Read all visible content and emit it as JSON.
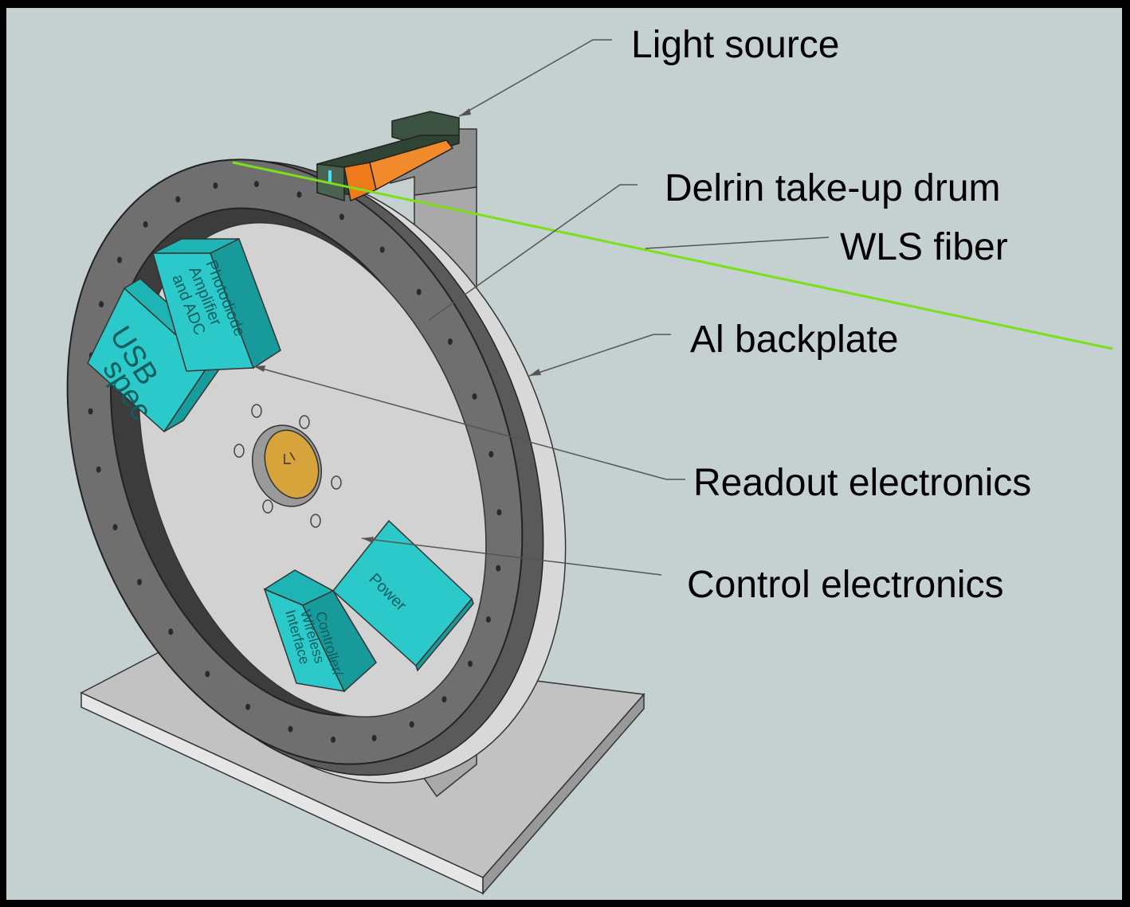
{
  "callouts": {
    "light_source": "Light source",
    "delrin_drum": "Delrin take-up drum",
    "wls_fiber": "WLS fiber",
    "al_backplate": "Al backplate",
    "readout_electronics": "Readout electronics",
    "control_electronics": "Control electronics"
  },
  "boxes": {
    "usb_spec": {
      "line1": "USB",
      "line2": "spec"
    },
    "photodiode": {
      "line1": "Photodiode",
      "line2": "Amplifier",
      "line3": "and ADC"
    },
    "power": "Power",
    "controller": {
      "line1": "Controller/",
      "line2": "Wireless",
      "line3": "Interface"
    }
  },
  "colors": {
    "background": "#c5d0d1",
    "frame": "#000000",
    "ring": "#6e6e6e",
    "ring_inner": "#4a4a4a",
    "backplate": "#d4d4d4",
    "base": "#bcbcbc",
    "electronics": "#2bc9c9",
    "electronics_dark": "#159d9d",
    "light_source": "#3b5240",
    "lens": "#d5a335",
    "fiber": "#7be01a",
    "orange": "#ee7a1c"
  }
}
